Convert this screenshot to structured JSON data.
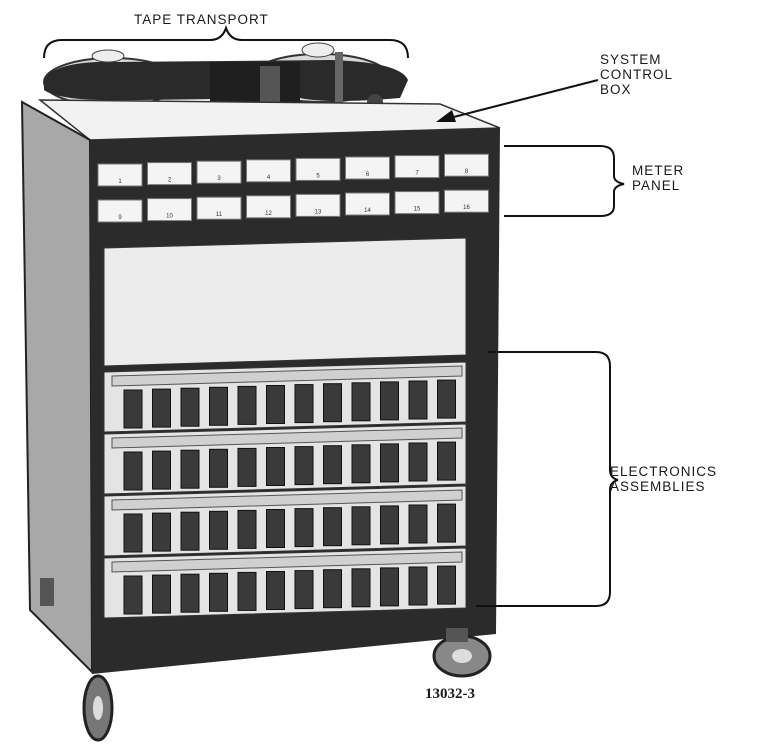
{
  "figure": {
    "labels": {
      "tape_transport": "TAPE TRANSPORT",
      "system_control_box": [
        "SYSTEM",
        "CONTROL",
        "BOX"
      ],
      "meter_panel": [
        "METER",
        "PANEL"
      ],
      "electronics_assemblies": [
        "ELECTRONICS",
        "ASSEMBLIES"
      ]
    },
    "figure_number": "13032-3",
    "meter_numbers": [
      "1",
      "2",
      "3",
      "4",
      "5",
      "6",
      "7",
      "8",
      "9",
      "10",
      "11",
      "12",
      "13",
      "14",
      "15",
      "16"
    ],
    "electronics_rows": 4,
    "cards_per_row": 12
  },
  "colors": {
    "cabinet_dark": "#2b2b2b",
    "cabinet_side": "#9a9a9a",
    "panel_light": "#e9e9e9",
    "card_dark": "#3a3a3a"
  }
}
